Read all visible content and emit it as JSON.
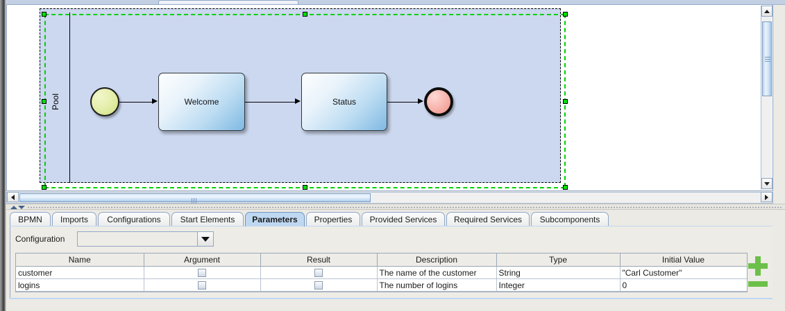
{
  "diagram": {
    "pool_label": "Pool",
    "start_event": "start-event",
    "end_event": "end-event",
    "tasks": [
      {
        "label": "Welcome"
      },
      {
        "label": "Status"
      }
    ],
    "colors": {
      "pool_fill": "#ccd8ef",
      "selection": "#00d000",
      "start_fill": "#e6efae",
      "end_fill": "#f7b6ae",
      "task_fill": "#bcdcf2"
    }
  },
  "tabs": [
    {
      "label": "BPMN",
      "selected": false
    },
    {
      "label": "Imports",
      "selected": false
    },
    {
      "label": "Configurations",
      "selected": false
    },
    {
      "label": "Start Elements",
      "selected": false
    },
    {
      "label": "Parameters",
      "selected": true
    },
    {
      "label": "Properties",
      "selected": false
    },
    {
      "label": "Provided Services",
      "selected": false
    },
    {
      "label": "Required Services",
      "selected": false
    },
    {
      "label": "Subcomponents",
      "selected": false
    }
  ],
  "parameters_panel": {
    "configuration_label": "Configuration",
    "configuration_value": "",
    "columns": [
      "Name",
      "Argument",
      "Result",
      "Description",
      "Type",
      "Initial Value"
    ],
    "rows": [
      {
        "name": "customer",
        "argument": false,
        "result": false,
        "description": "The name of the customer",
        "type": "String",
        "initial_value": "\"Carl Customer\""
      },
      {
        "name": "logins",
        "argument": false,
        "result": false,
        "description": "The number of logins",
        "type": "Integer",
        "initial_value": "0"
      }
    ],
    "add_button": "add-parameter",
    "remove_button": "remove-parameter",
    "button_color": "#6cc04a"
  }
}
